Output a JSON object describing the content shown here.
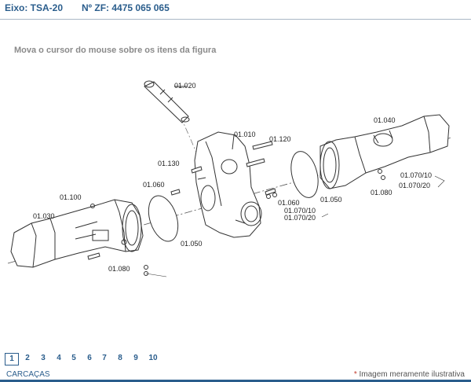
{
  "header": {
    "axle_label": "Eixo: TSA-20",
    "zf_label": "Nº ZF: 4475 065 065"
  },
  "instruction": "Mova o cursor do mouse sobre os itens da figura",
  "callouts": {
    "c01020": "01.020",
    "c01010": "01.010",
    "c01120": "01.120",
    "c01130": "01.130",
    "c01060_left": "01.060",
    "c01100": "01.100",
    "c01030": "01.030",
    "c01050_left": "01.050",
    "c01080_left": "01.080",
    "c01060_right": "01.060",
    "c01070_10_center": "01.070/10",
    "c01070_20_center": "01.070/20",
    "c01050_right": "01.050",
    "c01040": "01.040",
    "c01070_10_right": "01.070/10",
    "c01070_20_right": "01.070/20",
    "c01080_right": "01.080"
  },
  "pagination": {
    "pages": [
      "1",
      "2",
      "3",
      "4",
      "5",
      "6",
      "7",
      "8",
      "9",
      "10"
    ],
    "current": "1"
  },
  "section_title": "CARCAÇAS",
  "note": {
    "star": "*",
    "text": "Imagem meramente ilustrativa"
  },
  "colors": {
    "accent": "#2a5d8c",
    "line": "#333333"
  }
}
